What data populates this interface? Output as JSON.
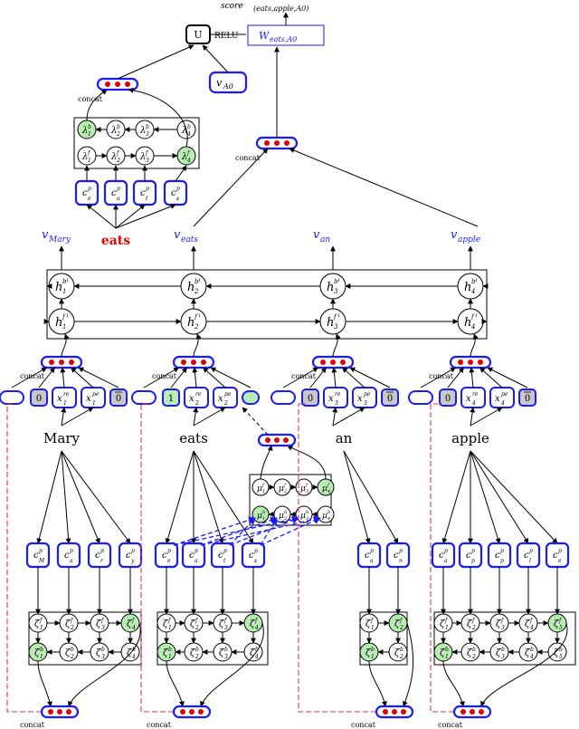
{
  "score_label": "score",
  "score_sub": "(eats,apple,A0)",
  "u_label": "U",
  "relu_label": "RELU",
  "w_label": "W",
  "w_sub": "eats,A0",
  "vA0_label": "v",
  "vA0_sub": "A0",
  "concat_label": "concat",
  "predicate_word": "eats",
  "v_labels": [
    {
      "base": "v",
      "sub": "Mary"
    },
    {
      "base": "v",
      "sub": "eats"
    },
    {
      "base": "v",
      "sub": "an"
    },
    {
      "base": "v",
      "sub": "apple"
    }
  ],
  "words": [
    "Mary",
    "eats",
    "an",
    "apple"
  ],
  "h_backward": [
    "h",
    "h",
    "h",
    "h"
  ],
  "h_forward": [
    "h",
    "h",
    "h",
    "h"
  ],
  "inputs": [
    {
      "flag": "0",
      "xre": "x",
      "xpe": "x",
      "last": "0"
    },
    {
      "flag": "1",
      "xre": "x",
      "xpe": "x",
      "last": ""
    },
    {
      "flag": "0",
      "xre": "x",
      "xpe": "x",
      "last": "0"
    },
    {
      "flag": "0",
      "xre": "x",
      "xpe": "x",
      "last": "0"
    }
  ],
  "char_letters": [
    [
      "M",
      "a",
      "r",
      "y"
    ],
    [
      "e",
      "a",
      "t",
      "s"
    ],
    [
      "a",
      "n"
    ],
    [
      "a",
      "p",
      "p",
      "l",
      "e"
    ]
  ],
  "top_char_letters": [
    "e",
    "a",
    "t",
    "s"
  ],
  "colors": {
    "blue": "#1a1aff",
    "red": "#e00000",
    "green": "#b9ecb3",
    "pink": "#e0306a"
  }
}
